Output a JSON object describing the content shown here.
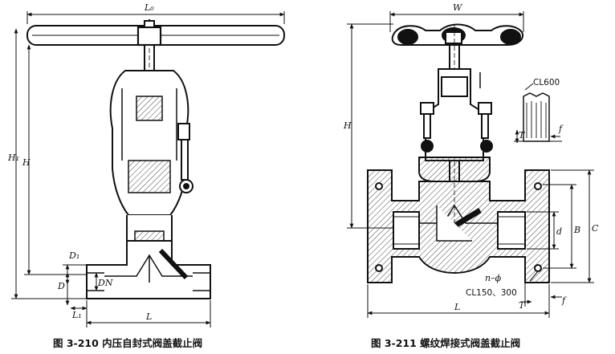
{
  "figure_left": {
    "caption": "图 3-210   内压自封式阀盖截止阀",
    "dims": {
      "L0": "L₀",
      "H1": "H₁",
      "H": "H",
      "D1": "D₁",
      "DN": "DN",
      "D": "D",
      "L1": "L₁",
      "L": "L"
    }
  },
  "figure_right": {
    "caption": "图 3-211   螺纹焊接式阀盖截止阀",
    "dims": {
      "W": "W",
      "H": "H",
      "d": "d",
      "B": "B",
      "C": "C",
      "L": "L",
      "T": "T",
      "f": "f",
      "n_phi": "n–ϕ",
      "T_top": "T",
      "f_top": "f"
    },
    "labels": {
      "cl600": "CL600",
      "cl150_300": "CL150、300"
    }
  }
}
